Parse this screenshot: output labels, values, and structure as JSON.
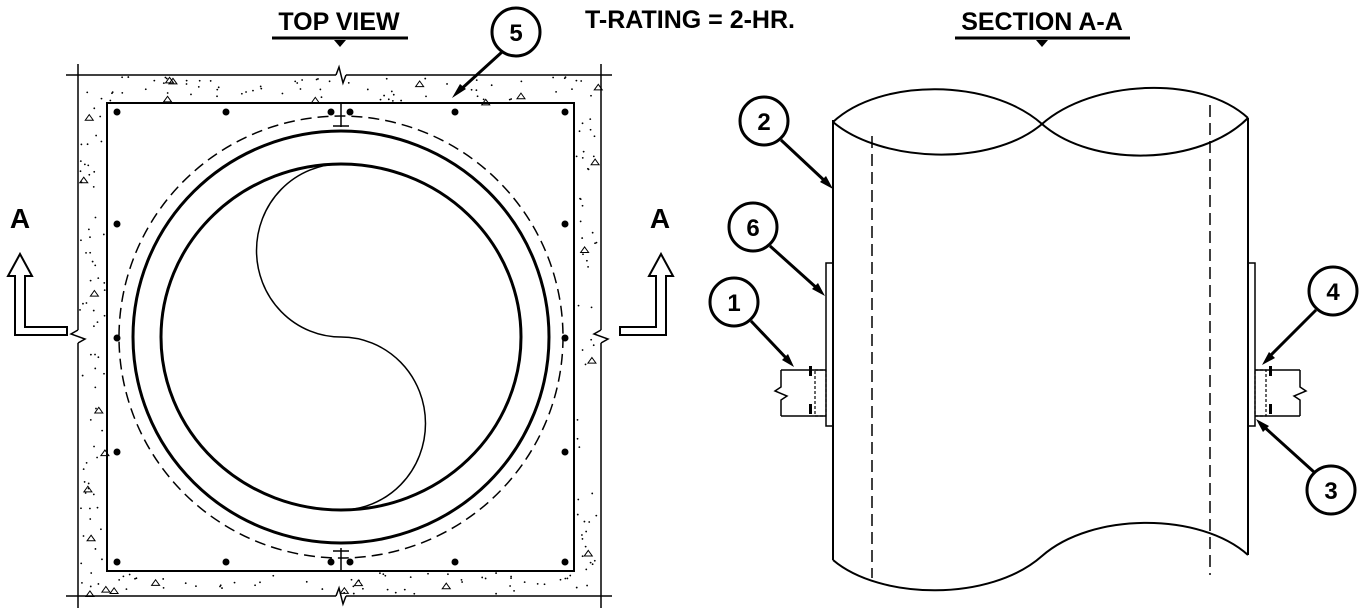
{
  "titles": {
    "top_view": "TOP VIEW",
    "rating": "T-RATING = 2-HR.",
    "section": "SECTION A-A"
  },
  "section_marks": {
    "left": "A",
    "right": "A"
  },
  "callouts": [
    "1",
    "2",
    "3",
    "4",
    "5",
    "6"
  ],
  "colors": {
    "line": "#000000",
    "background": "#ffffff"
  }
}
